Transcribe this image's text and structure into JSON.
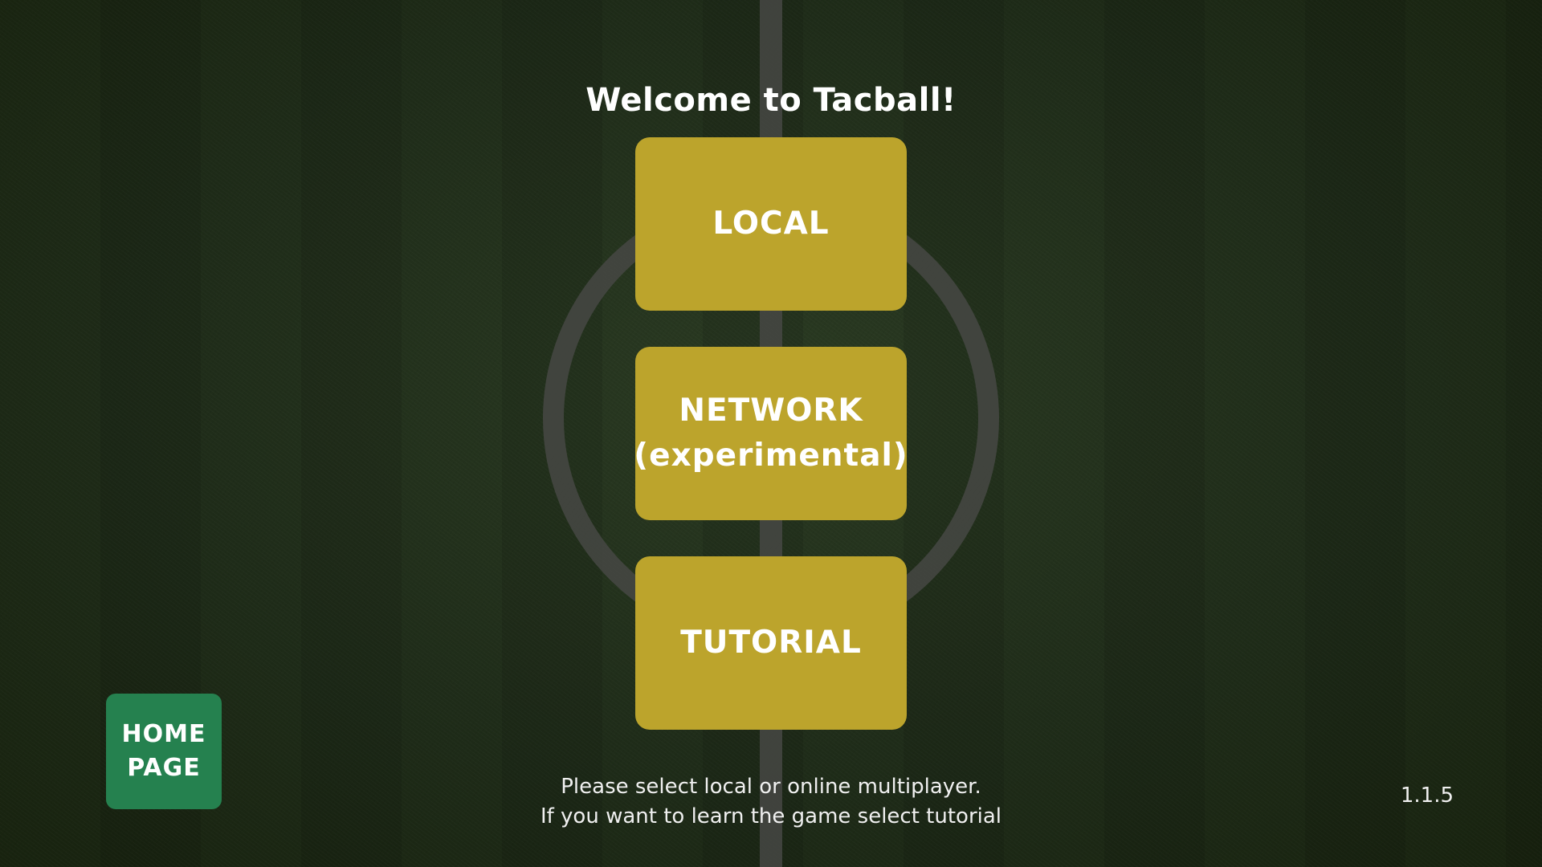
{
  "title": "Welcome to Tacball!",
  "menu": {
    "local_label": "LOCAL",
    "network_label_line1": "NETWORK",
    "network_label_line2": "(experimental)",
    "tutorial_label": "TUTORIAL"
  },
  "home": {
    "line1": "HOME",
    "line2": "PAGE"
  },
  "hint": {
    "line1": "Please select local or online multiplayer.",
    "line2": "If you want to learn the game select tutorial"
  },
  "version": "1.1.5",
  "colors": {
    "menu_button": "#bca42c",
    "home_button": "#25814f",
    "pitch_background": "#1f2c19",
    "pitch_lines": "#464844"
  }
}
